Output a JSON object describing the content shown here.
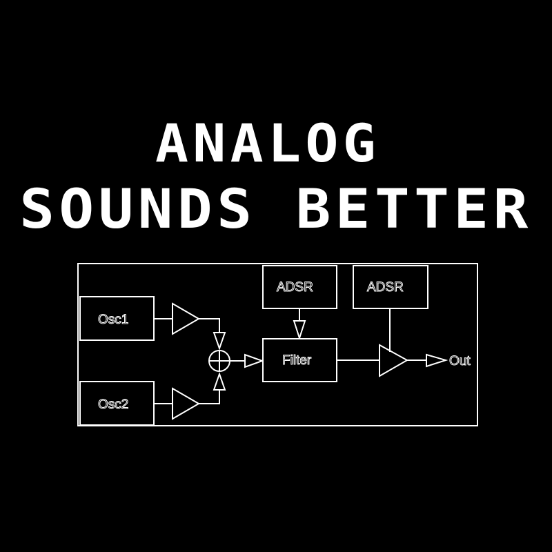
{
  "headline": {
    "line1": "ANALOG",
    "line2": "SOUNDS BETTER"
  },
  "diagram": {
    "blocks": {
      "osc1": "Osc1",
      "osc2": "Osc2",
      "adsr_filter": "ADSR",
      "adsr_amp": "ADSR",
      "filter": "Filter"
    },
    "output_label": "Out",
    "colors": {
      "background": "#000000",
      "stroke": "#ffffff"
    }
  }
}
